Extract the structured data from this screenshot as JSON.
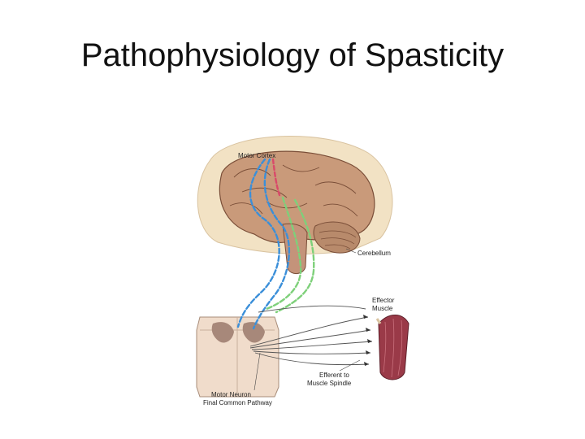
{
  "slide": {
    "title": "Pathophysiology of Spasticity"
  },
  "diagram": {
    "labels": {
      "motor_cortex": "Motor Cortex",
      "cerebellum": "Cerebellum",
      "effector_muscle_line1": "Effector",
      "effector_muscle_line2": "Muscle",
      "efferent_line1": "Efferent to",
      "efferent_line2": "Muscle Spindle",
      "motor_neuron_line1": "Motor Neuron",
      "motor_neuron_line2": "Final Common Pathway"
    },
    "colors": {
      "pathway_blue": "#3b8fd9",
      "pathway_green": "#7ed07a",
      "pathway_red": "#d94a6a",
      "brain": "#c99a7a",
      "skull": "#f2e2c4",
      "spinal_cord": "#f0dccb",
      "grey_matter": "#a7887a",
      "muscle": "#9a3a48"
    }
  }
}
